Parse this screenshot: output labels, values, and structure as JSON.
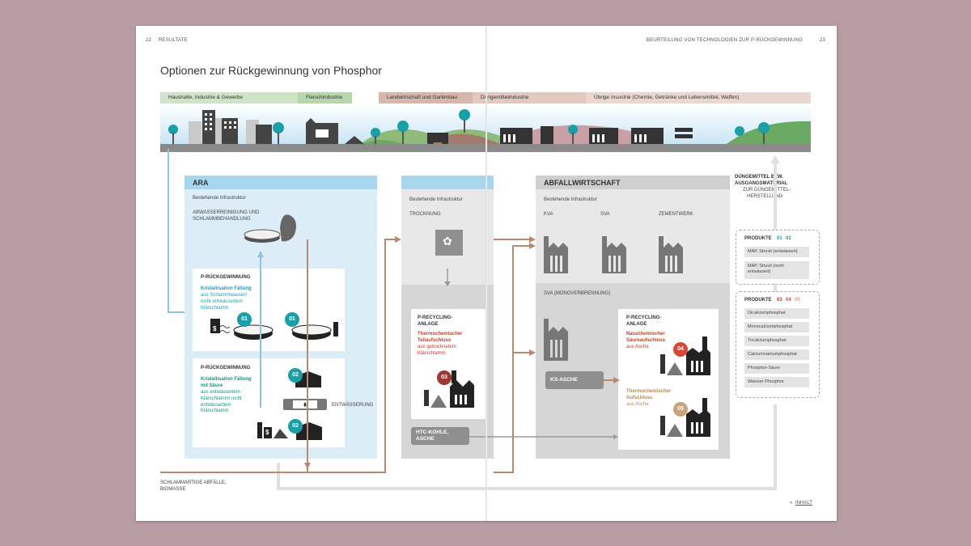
{
  "page_left": {
    "number": "22",
    "section": "RESULTATE"
  },
  "page_right": {
    "section": "BEURTEILUNG VON TECHNOLOGIEN ZUR P-RÜCKGEWINNUNG",
    "number": "23"
  },
  "title": "Optionen zur Rückgewinnung von Phosphor",
  "categories": [
    "Haushalte, Industrie & Gewerbe",
    "Fleischindustrie",
    "Landwirtschaft und Gartenbau",
    "Düngemittelindustrie",
    "Übrige Insustrie (Chemie, Getränke und Lebensmittel, Waffen)"
  ],
  "ara": {
    "header": "ARA",
    "existing": "Bestehende Infrastruktur",
    "process": "ABWASSERREINIGUNG UND SCHLAMMBEHANDLUNG",
    "box1_title": "P-RÜCKGEWINNUNG",
    "box1_sub": "Kristallisation Fällung",
    "box1_desc": "aus Schlammwasser/ nicht entwässertem Klärschlamm",
    "box2_title": "P-RÜCKGEWINNUNG",
    "box2_sub": "Kristallisation Fällung mit Säure",
    "box2_desc": "aus entwässertem Klärschlamm/ nicht entwässertem Klärschlamm",
    "dewatering": "ENTWÄSSERUNG"
  },
  "trock": {
    "existing": "Bestehende Infrastruktur",
    "process": "TROCKNUNG",
    "box_title": "P-RECYCLING-ANLAGE",
    "box_sub": "Thermochemischer Teilaufschluss",
    "box_desc": "aus getrocknetem Klärschlamm",
    "htc": "HTC-KOHLE, ASCHE"
  },
  "abfall": {
    "header": "ABFALLWIRTSCHAFT",
    "existing": "Bestehende Infrastruktur",
    "kva": "KVA",
    "sva": "SVA",
    "zement": "ZEMENTWERK",
    "sva_mono": "SVA (MONOVERBRENNUNG)",
    "ks_asche": "KS-ASCHE",
    "box_title": "P-RECYCLING-ANLAGE",
    "box_sub1": "Nasschemischer Säureaufschluss",
    "box_desc1": "aus Asche",
    "box_sub2": "Thermochemischer Aufschluss",
    "box_desc2": "aus Asche"
  },
  "duenger": {
    "line1": "DÜNGEMITTEL BZW.",
    "line2": "AUSGANGSMATERIAL",
    "line3": "ZUR DÜNGEMITTEL-",
    "line4": "HERSTELLUNG"
  },
  "produkte_a": {
    "label": "PRODUKTE",
    "n1": "01",
    "n2": "02",
    "items": [
      "MAP, Struvit (entwässert)",
      "MAP, Struvit (nicht entwässert)"
    ]
  },
  "produkte_b": {
    "label": "PRODUKTE",
    "n1": "03",
    "n2": "04",
    "n3": "05",
    "items": [
      "Dicalciumphosphat",
      "Monocalciumphosphat",
      "Tricalciumphosphat",
      "Calciumnatriumphosphat",
      "Phosphor-Säure",
      "Weisser Phosphor"
    ]
  },
  "bottom_left": {
    "line1": "SCHLAMMARTIGE ABFÄLLE,",
    "line2": "BIOMASSE"
  },
  "inhalt": "INHALT",
  "inhalt_arrow": "»",
  "badges": {
    "b01": "01",
    "b02": "02",
    "b03": "03",
    "b04": "04",
    "b05": "05",
    "money": "$"
  },
  "colors": {
    "ara_bg": "#dcedf7",
    "ara_header": "#a7d7ef",
    "grey_bg": "#e8e8e8",
    "grey_header": "#cfcfcf",
    "flow_brown": "#b88a71",
    "flow_blue": "#8ec3e3",
    "teal": "#1a9fa8",
    "red": "#d44a3a",
    "tan": "#c9a47e",
    "green_bar": "#cfe3c6",
    "pink_bar": "#e3c8c0"
  }
}
